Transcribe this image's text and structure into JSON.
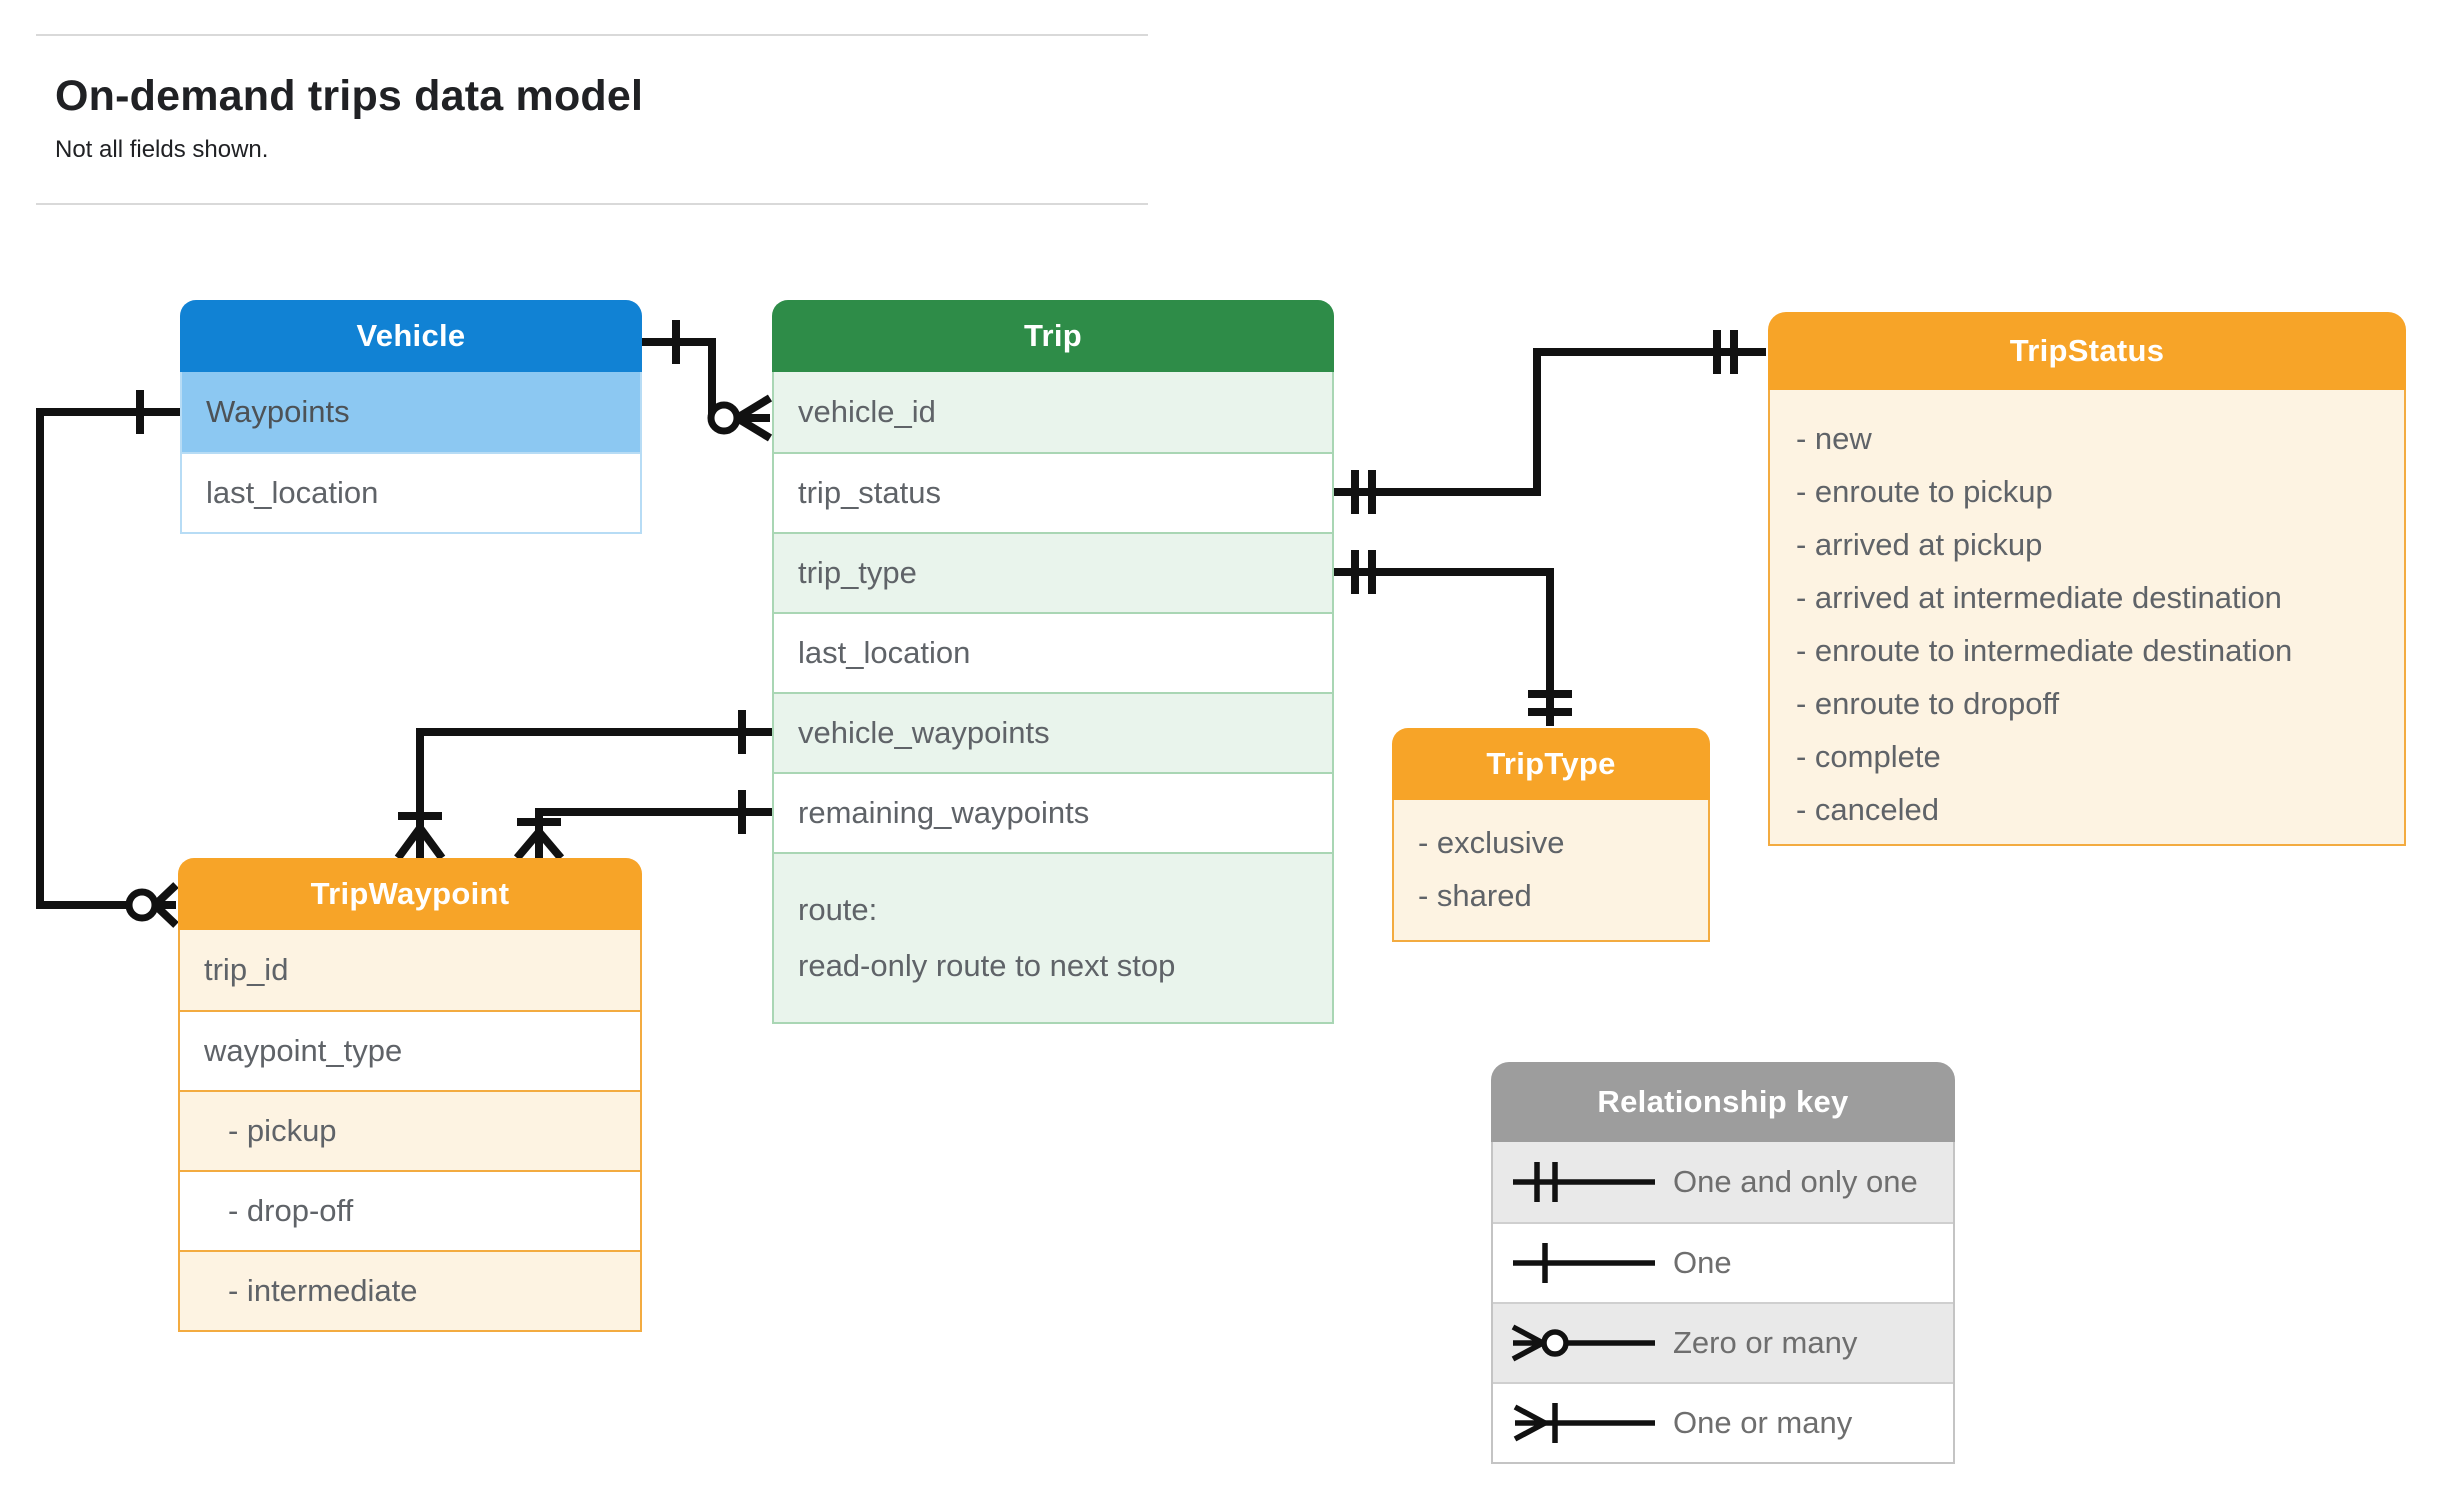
{
  "page": {
    "title": "On-demand trips data model",
    "subtitle": "Not all fields shown."
  },
  "colors": {
    "blue_header": "#1182d4",
    "blue_tint": "#8cc8f2",
    "green_header": "#2e8c48",
    "green_tint": "#e9f4ec",
    "orange_header": "#f7a428",
    "orange_tint": "#fdf3e2",
    "gray_header": "#9d9d9d",
    "gray_tint": "#e9e9e9",
    "field_text": "#5f6368",
    "line": "#111111"
  },
  "entities": {
    "vehicle": {
      "title": "Vehicle",
      "fields": [
        {
          "label": "Waypoints"
        },
        {
          "label": "last_location"
        }
      ]
    },
    "trip": {
      "title": "Trip",
      "fields": [
        {
          "label": "vehicle_id"
        },
        {
          "label": "trip_status"
        },
        {
          "label": "trip_type"
        },
        {
          "label": "last_location"
        },
        {
          "label": "vehicle_waypoints"
        },
        {
          "label": "remaining_waypoints"
        }
      ],
      "route": {
        "label": "route:",
        "sublabel": "read-only route to next stop"
      }
    },
    "tripStatus": {
      "title": "TripStatus",
      "items": [
        "- new",
        "- enroute to pickup",
        "- arrived at pickup",
        "- arrived at intermediate destination",
        "- enroute to intermediate destination",
        "- enroute to dropoff",
        "- complete",
        "- canceled"
      ]
    },
    "tripType": {
      "title": "TripType",
      "items": [
        "- exclusive",
        "- shared"
      ]
    },
    "tripWaypoint": {
      "title": "TripWaypoint",
      "fields": [
        {
          "label": "trip_id"
        },
        {
          "label": "waypoint_type"
        },
        {
          "label": "- pickup",
          "indent": true
        },
        {
          "label": "- drop-off",
          "indent": true
        },
        {
          "label": "- intermediate",
          "indent": true
        }
      ]
    }
  },
  "legend": {
    "title": "Relationship key",
    "rows": [
      {
        "symbol": "one-and-only-one",
        "label": "One and only one"
      },
      {
        "symbol": "one",
        "label": "One"
      },
      {
        "symbol": "zero-or-many",
        "label": "Zero or many"
      },
      {
        "symbol": "one-or-many",
        "label": "One or many"
      }
    ]
  }
}
